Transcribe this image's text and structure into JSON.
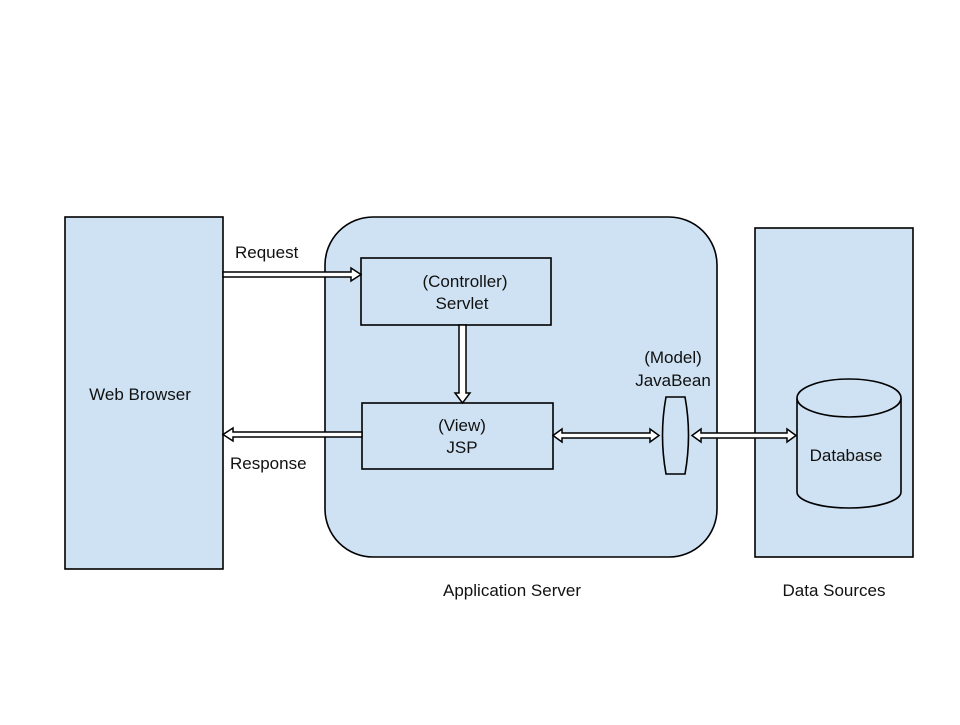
{
  "colors": {
    "fill": "#cfe2f3",
    "stroke": "#000000",
    "text": "#111111",
    "background": "#ffffff"
  },
  "nodes": {
    "web_browser": {
      "label": "Web Browser"
    },
    "app_server": {
      "caption": "Application Server"
    },
    "controller": {
      "line1": "(Controller)",
      "line2": "Servlet"
    },
    "view": {
      "line1": "(View)",
      "line2": "JSP"
    },
    "model": {
      "line1": "(Model)",
      "line2": "JavaBean"
    },
    "data_sources": {
      "caption": "Data Sources"
    },
    "database": {
      "label": "Database"
    }
  },
  "edges": {
    "request": {
      "label": "Request"
    },
    "response": {
      "label": "Response"
    }
  }
}
